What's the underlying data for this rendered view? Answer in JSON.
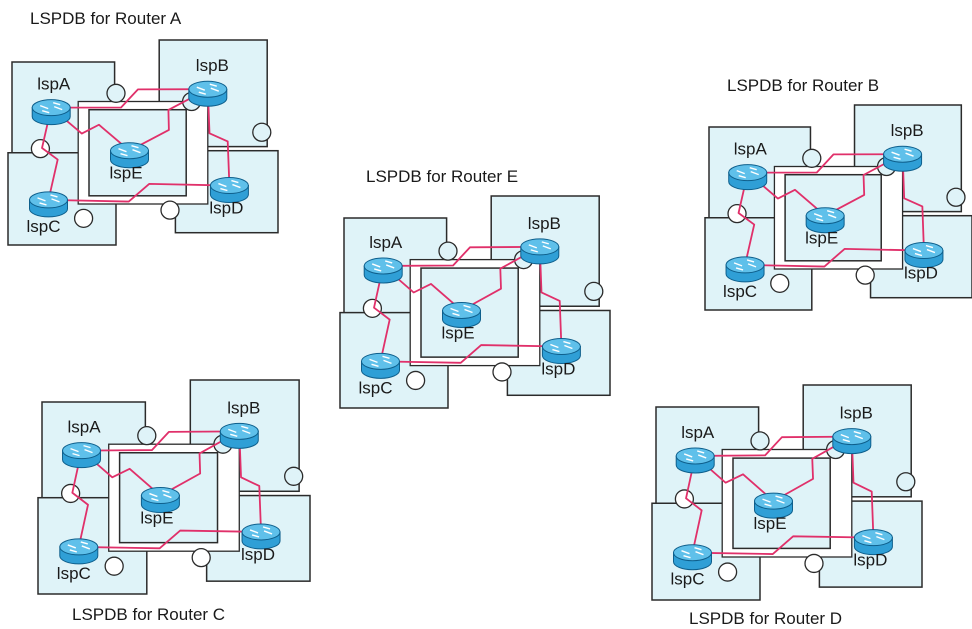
{
  "diagram": {
    "panels": [
      {
        "id": "router-a",
        "title": "LSPDB for Router A",
        "nodes": {
          "a": "lspA",
          "b": "lspB",
          "c": "lspC",
          "d": "lspD",
          "e": "lspE"
        }
      },
      {
        "id": "router-b",
        "title": "LSPDB for Router B",
        "nodes": {
          "a": "lspA",
          "b": "lspB",
          "c": "lspC",
          "d": "lspD",
          "e": "lspE"
        }
      },
      {
        "id": "router-e",
        "title": "LSPDB for Router E",
        "nodes": {
          "a": "lspA",
          "b": "lspB",
          "c": "lspC",
          "d": "lspD",
          "e": "lspE"
        }
      },
      {
        "id": "router-c",
        "title": "LSPDB for Router C",
        "nodes": {
          "a": "lspA",
          "b": "lspB",
          "c": "lspC",
          "d": "lspD",
          "e": "lspE"
        }
      },
      {
        "id": "router-d",
        "title": "LSPDB for Router D",
        "nodes": {
          "a": "lspA",
          "b": "lspB",
          "c": "lspC",
          "d": "lspD",
          "e": "lspE"
        }
      }
    ],
    "links": [
      [
        "a",
        "b"
      ],
      [
        "a",
        "c"
      ],
      [
        "a",
        "e"
      ],
      [
        "b",
        "e"
      ],
      [
        "b",
        "d"
      ],
      [
        "c",
        "d"
      ]
    ],
    "colors": {
      "piece": "#dff3f8",
      "link": "#e0306a",
      "router": "#2f9fd6"
    },
    "icons": {
      "router": "router-icon",
      "piece": "puzzle-piece"
    }
  }
}
